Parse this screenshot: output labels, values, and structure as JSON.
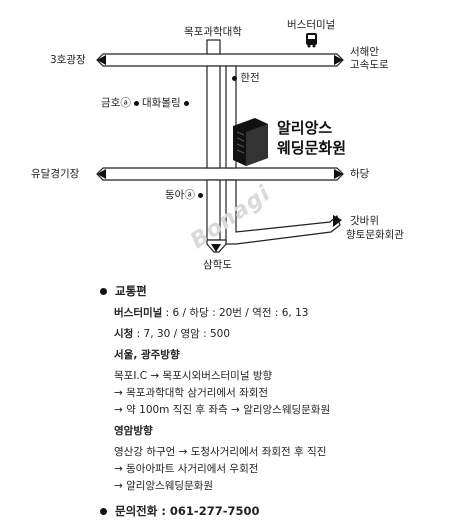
{
  "map": {
    "labels": {
      "mokpo_univ": "목포과학대학",
      "bus_terminal": "버스터미널",
      "plaza3": "3호광장",
      "seohaean": "서해안",
      "gosokdoro": "고속도로",
      "hanjeon": "한전",
      "geumho": "금호ⓐ",
      "daehwa": "대화볼링",
      "alliance_1": "알리앙스",
      "alliance_2": "웨딩문화원",
      "yudal": "유달경기장",
      "hadang": "하당",
      "donga": "동아ⓐ",
      "gatbawi": "갓바위",
      "hyangto": "향토문화회관",
      "samhakdo": "삼학도",
      "watermark": "Bonagi"
    },
    "colors": {
      "road": "#ffffff",
      "road_border": "#222222",
      "building": "#111111"
    }
  },
  "info": {
    "transport_title": "교통편",
    "bus_label": "버스터미널",
    "bus_text": " : 6 / 하당 : 20번 / 역전 : 6, 13",
    "city_label": "시청",
    "city_text": " : 7, 30 / 영암 : 500",
    "seoul_title": "서울, 광주방향",
    "seoul_1": "목포I.C → 목포시외버스터미널 방향",
    "seoul_2": "→ 목포과학대학 삼거리에서 좌회전",
    "seoul_3": "→ 약 100m 직진 후 좌측 → 알리앙스웨딩문화원",
    "yeongam_title": "영암방향",
    "yeongam_1": "영산강 하구언 → 도청사거리에서 좌회전 후 직진",
    "yeongam_2": "→ 동아아파트 사거리에서 우회전",
    "yeongam_3": "→ 알리앙스웨딩문화원",
    "phone_label": "문의전화 : 061-277-7500"
  }
}
